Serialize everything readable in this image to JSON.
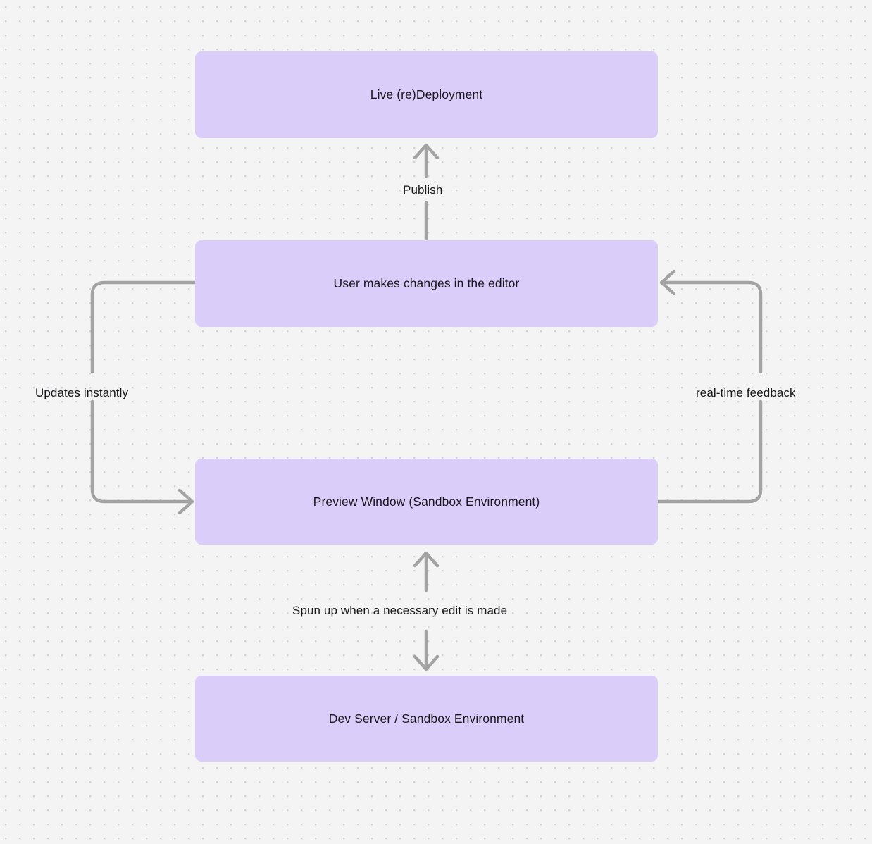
{
  "diagram": {
    "type": "flowchart",
    "background_color": "#f4f4f5",
    "node_fill_color": "#dbcdfa",
    "edge_stroke_color": "#a3a3a3",
    "text_color": "#18181b",
    "nodes": [
      {
        "id": "live-deployment",
        "label": "Live (re)Deployment"
      },
      {
        "id": "user-changes",
        "label": "User makes changes in the editor"
      },
      {
        "id": "preview-window",
        "label": "Preview Window (Sandbox Environment)"
      },
      {
        "id": "dev-server",
        "label": "Dev Server / Sandbox Environment"
      }
    ],
    "edges": [
      {
        "id": "publish",
        "label": "Publish",
        "from": "user-changes",
        "to": "live-deployment",
        "direction": "up"
      },
      {
        "id": "updates-instantly",
        "label": "Updates instantly",
        "from": "user-changes",
        "to": "preview-window",
        "direction": "loop-left"
      },
      {
        "id": "real-time",
        "label": "real-time feedback",
        "from": "preview-window",
        "to": "user-changes",
        "direction": "loop-right"
      },
      {
        "id": "spun-up",
        "label": "Spun up when a necessary edit is made",
        "from": "preview-window",
        "to": "dev-server",
        "direction": "bidirectional"
      }
    ]
  }
}
